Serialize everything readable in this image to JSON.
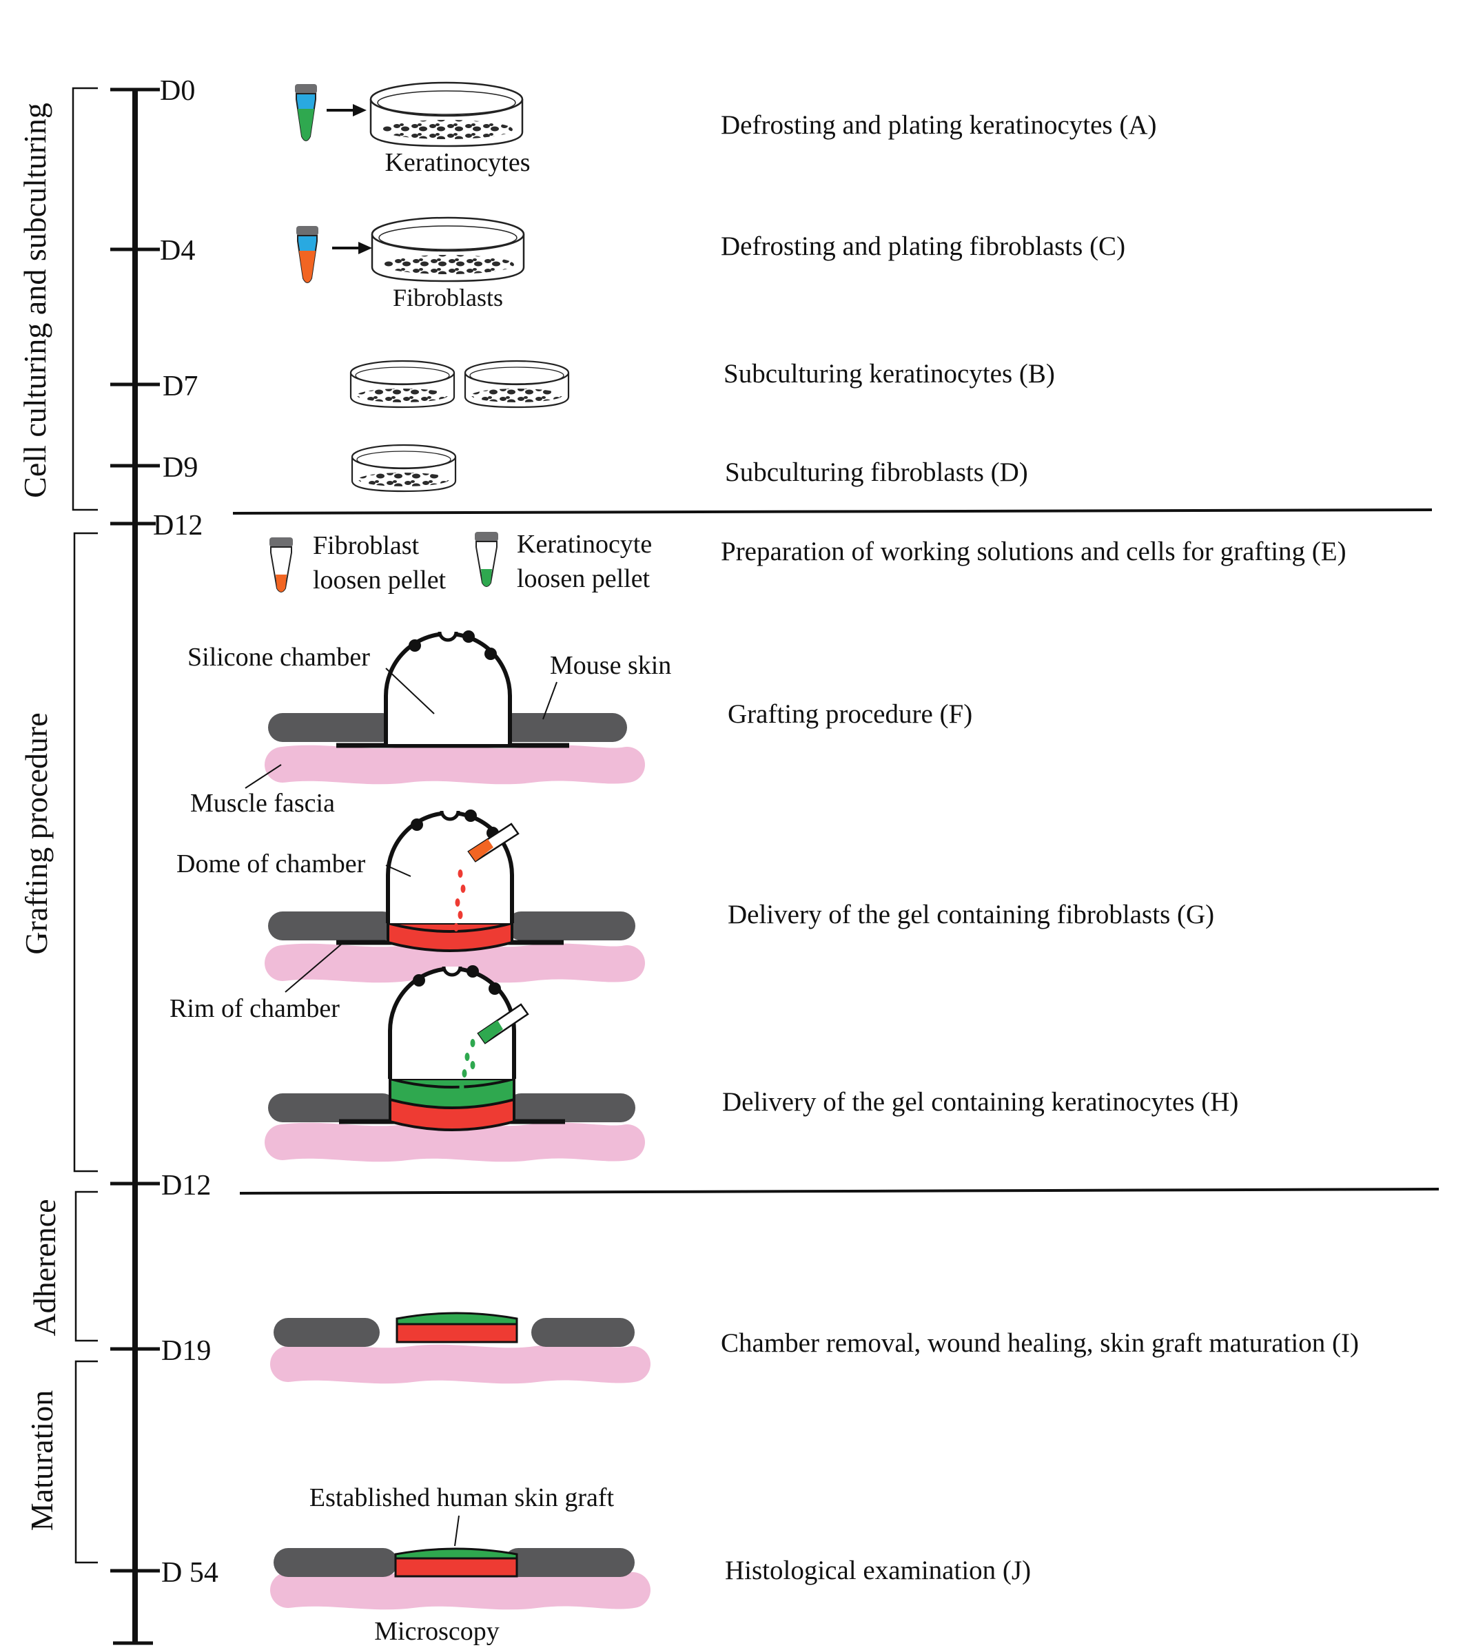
{
  "timeline": {
    "days": [
      "D0",
      "D4",
      "D7",
      "D9",
      "D12",
      "D12",
      "D19",
      "D 54"
    ]
  },
  "phases": {
    "culture": "Cell culturing and subculturing",
    "grafting": "Grafting procedure",
    "adherence": "Adherence",
    "maturation": "Maturation"
  },
  "steps": {
    "a": "Defrosting and plating keratinocytes (A)",
    "c": "Defrosting and plating fibroblasts (C)",
    "b": "Subculturing keratinocytes (B)",
    "d": "Subculturing fibroblasts (D)",
    "e": "Preparation of working solutions and cells for grafting (E)",
    "f": "Grafting procedure (F)",
    "g": "Delivery of the gel containing fibroblasts (G)",
    "h": "Delivery of the gel containing keratinocytes (H)",
    "i": "Chamber removal, wound healing, skin graft maturation (I)",
    "j": "Histological examination (J)"
  },
  "annotations": {
    "keratinocytes": "Keratinocytes",
    "fibroblasts": "Fibroblasts",
    "fib_pellet_1": "Fibroblast",
    "fib_pellet_2": "loosen pellet",
    "ker_pellet_1": "Keratinocyte",
    "ker_pellet_2": "loosen pellet",
    "silicone_chamber": "Silicone chamber",
    "mouse_skin": "Mouse skin",
    "muscle_fascia": "Muscle fascia",
    "dome": "Dome of chamber",
    "rim": "Rim of chamber",
    "established": "Established human skin graft",
    "microscopy": "Microscopy"
  },
  "colors": {
    "skin": "#58585a",
    "fascia": "#f0bcd8",
    "fibroblast_gel": "#ee3b33",
    "keratinocyte_gel": "#2fa84f",
    "tube_cap": "#6e6e70",
    "tube_blue": "#29a9e1",
    "tube_orange": "#f26522"
  }
}
